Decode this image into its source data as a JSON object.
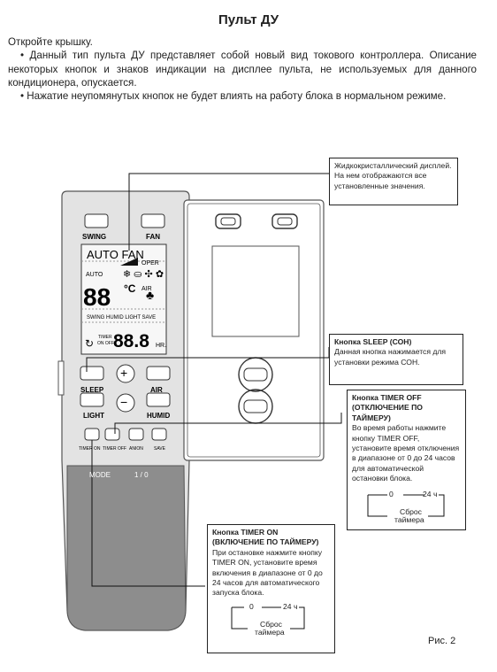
{
  "page": {
    "title": "Пульт ДУ",
    "line_open": "Откройте крышку.",
    "bullet1": "•  Данный тип пульта ДУ представляет собой новый вид токового контроллера. Описание некоторых кнопок и знаков индикации на дисплее пульта, не используемых для данного кондиционера, опускается.",
    "bullet2": "•  Нажатие неупомянутых кнопок не будет влиять на работу блока в нормальном режиме.",
    "figure_label": "Рис. 2"
  },
  "remote": {
    "swing": "SWING",
    "fan": "FAN",
    "display_mode": "AUTO FAN",
    "display_oper": "OPER",
    "display_auto": "AUTO",
    "temp_digits": "88",
    "temp_unit": "°C",
    "air": "AIR",
    "display_row": "SWING HUMID LIGHT SAVE",
    "timer_small1": "TIMER",
    "timer_small2": "ON OFF",
    "timer_digits": "88.8",
    "hr": "HR.",
    "sleep": "SLEEP",
    "air_btn": "AIR",
    "light": "LIGHT",
    "humid": "HUMID",
    "timer_on": "TIMER ON",
    "timer_off": "TIMER OFF",
    "anion": "ANION",
    "save": "SAVE",
    "mode": "MODE",
    "power": "1 / 0",
    "plus": "+",
    "minus": "−"
  },
  "callouts": {
    "lcd": "Жидкокристаллический дисплей. На нем отображаются все установленные значения.",
    "sleep_title": "Кнопка SLEEP (СОН)",
    "sleep_text": "Данная кнопка нажимается для установки режима СОН.",
    "off_title": "Кнопка TIMER OFF (ОТКЛЮЧЕНИЕ ПО ТАЙМЕРУ)",
    "off_text": "Во время работы нажмите кнопку TIMER OFF, установите время отключения в диапазоне от 0 до 24 часов для автоматической остановки блока.",
    "on_title": "Кнопка TIMER ON (ВКЛЮЧЕНИЕ ПО ТАЙМЕРУ)",
    "on_text": "При остановке нажмите кнопку TIMER ON, установите время включения в диапазоне от 0 до 24 часов для автоматического запуска блока.",
    "flow_zero": "0",
    "flow_24": "24 ч",
    "flow_reset1": "Сброс",
    "flow_reset2": "таймера"
  }
}
